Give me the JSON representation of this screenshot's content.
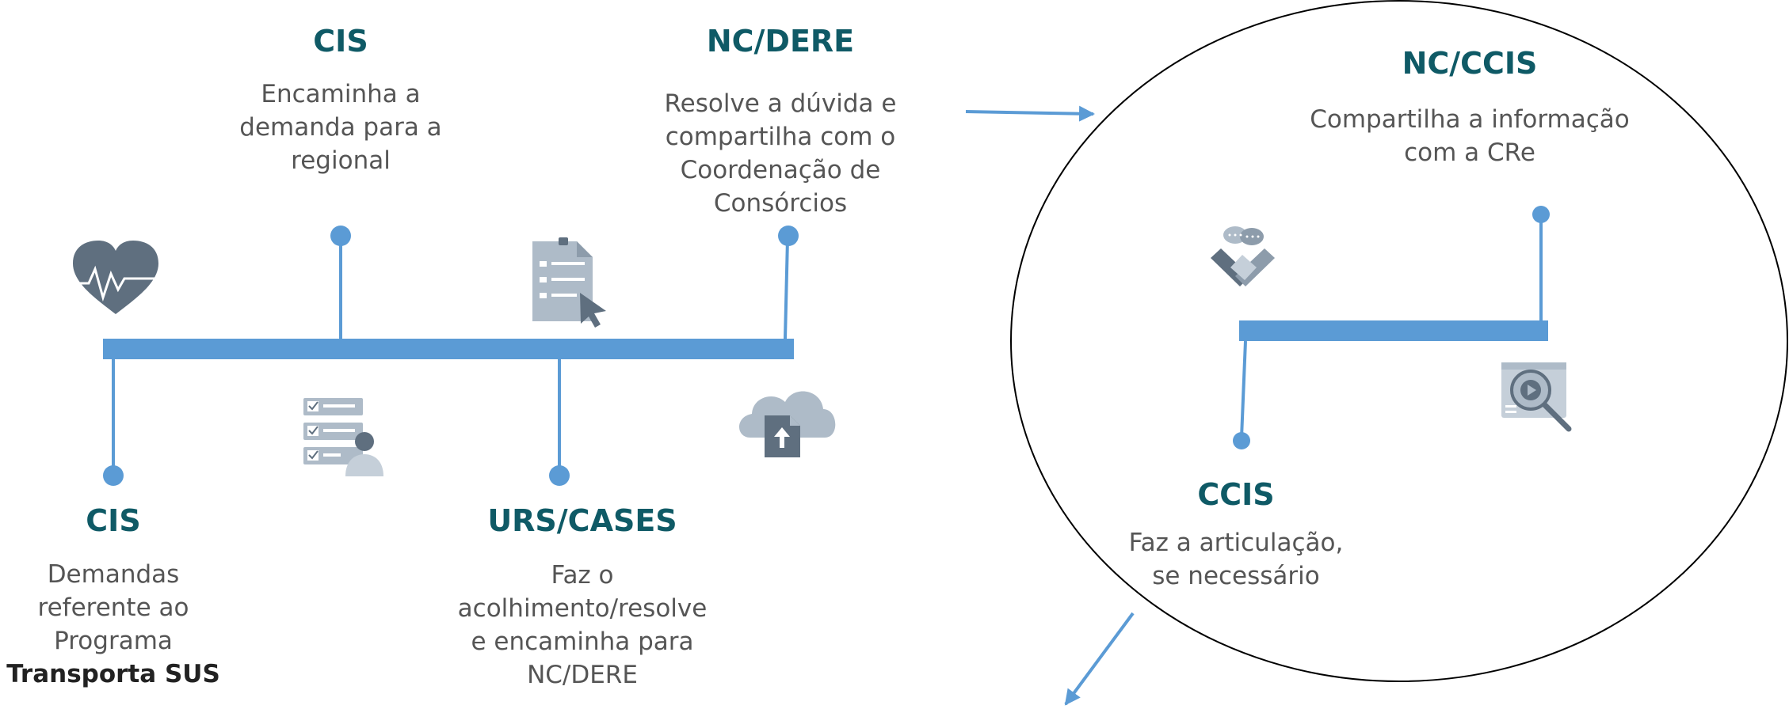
{
  "colors": {
    "timeline": "#5b9bd5",
    "title_text": "#0f5a66",
    "body_text": "#555555",
    "icon_gray": "#5f6f7f",
    "circle_stroke": "#000000"
  },
  "timeline_left": {
    "nodes": [
      {
        "title": "CIS",
        "lines": [
          "Demandas",
          "referente ao",
          "Programa"
        ],
        "emphasis": "Transporta SUS"
      },
      {
        "title": "CIS",
        "lines": [
          "Encaminha a",
          "demanda para a",
          "regional"
        ]
      },
      {
        "title": "URS/CASES",
        "lines": [
          "Faz o",
          "acolhimento/resolve",
          "e encaminha para",
          "NC/DERE"
        ]
      },
      {
        "title": "NC/DERE",
        "lines": [
          "Resolve a dúvida e",
          "compartilha com o",
          "Coordenação de",
          "Consórcios"
        ]
      }
    ],
    "icons": [
      "heart-pulse-icon",
      "checklist-user-icon",
      "clipboard-cursor-icon",
      "cloud-upload-icon"
    ]
  },
  "timeline_right": {
    "nodes": [
      {
        "title": "NC/CCIS",
        "lines": [
          "Compartilha a informação",
          "com a CRe"
        ]
      },
      {
        "title": "CCIS",
        "lines": [
          "Faz a articulação,",
          "se necessário"
        ]
      }
    ],
    "icons": [
      "handshake-icon",
      "magnifier-document-icon"
    ]
  }
}
